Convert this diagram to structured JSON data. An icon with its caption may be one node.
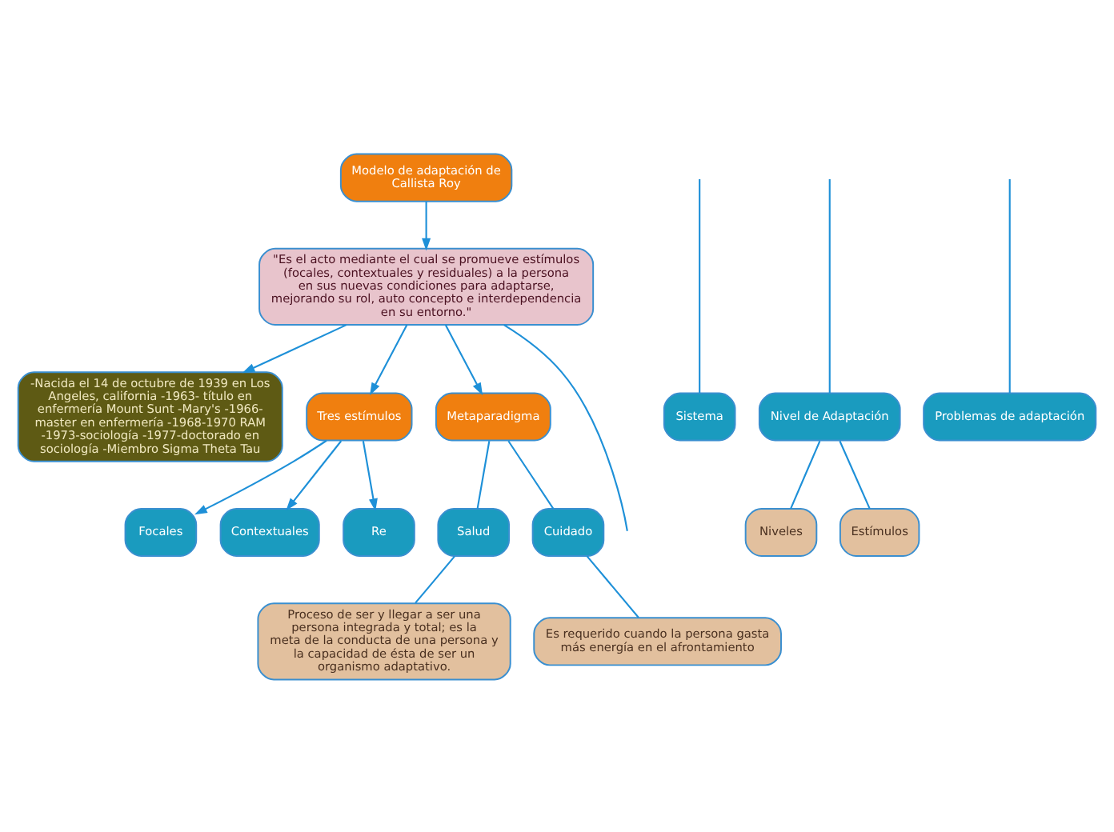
{
  "diagram": {
    "nodes": [
      {
        "text": [
          "Modelo de adaptación de Callista Roy"
        ]
      },
      {
        "text": [
          "\"Es el acto mediante el cual se promueve estímulos (focales, contextuales y residuales) a la persona en sus nuevas condiciones para adaptarse, mejorando su rol, auto concepto e interdependencia en su entorno.\""
        ]
      },
      {
        "text": [
          "-Nacida el 14 de octubre de 1939 en Los Angeles, california -1963- título en enfermería Mount Sunt -Mary's -1966- master en enfermería -1968-1970 RAM -1973-sociología -1977-doctorado en sociología -Miembro Sigma Theta Tau"
        ]
      },
      {
        "text": [
          "Tres estímulos"
        ]
      },
      {
        "text": [
          "Focales"
        ]
      },
      {
        "text": [
          "Contextuales"
        ]
      },
      {
        "text": [
          "Re"
        ]
      },
      {
        "text": [
          "Metaparadigma"
        ]
      },
      {
        "text": [
          "Salud"
        ]
      },
      {
        "text": [
          "Proceso de ser y llegar a ser una persona integrada y total; es la meta de la conducta de una persona y la capacidad de ésta de ser un organismo adaptativo."
        ]
      },
      {
        "text": [
          "Cuidado"
        ]
      },
      {
        "text": [
          "Es requerido cuando la persona gasta más energía en el afrontamiento"
        ]
      },
      {
        "text": [
          "Sistema"
        ]
      },
      {
        "text": [
          "Nivel de Adaptación"
        ]
      },
      {
        "text": [
          "Niveles"
        ]
      },
      {
        "text": [
          "Estímulos"
        ]
      },
      {
        "text": [
          "Problemas de adaptación"
        ]
      }
    ],
    "edges": [
      {
        "from": 0,
        "to": 1,
        "arrow": "to"
      },
      {
        "from": 1,
        "to": 2,
        "arrow": "to"
      },
      {
        "from": 1,
        "to": 3,
        "arrow": "to"
      },
      {
        "from": 3,
        "to": 4,
        "arrow": "to"
      },
      {
        "from": 3,
        "to": 5,
        "arrow": "to"
      },
      {
        "from": 3,
        "to": 6,
        "arrow": "to"
      },
      {
        "from": 1,
        "to": 7,
        "arrow": "to"
      },
      {
        "from": 7,
        "to": 8,
        "arrow": "none"
      },
      {
        "from": 8,
        "to": 9,
        "arrow": "none"
      },
      {
        "from": 7,
        "to": 10,
        "arrow": "none"
      },
      {
        "from": 10,
        "to": 11,
        "arrow": "none"
      },
      {
        "from": 1,
        "to": null,
        "arrow": "none"
      },
      {
        "from": null,
        "to": 12,
        "arrow": "none"
      },
      {
        "from": null,
        "to": 13,
        "arrow": "none"
      },
      {
        "from": 13,
        "to": 14,
        "arrow": "none"
      },
      {
        "from": 13,
        "to": 15,
        "arrow": "none"
      },
      {
        "from": null,
        "to": 16,
        "arrow": "none"
      }
    ]
  }
}
